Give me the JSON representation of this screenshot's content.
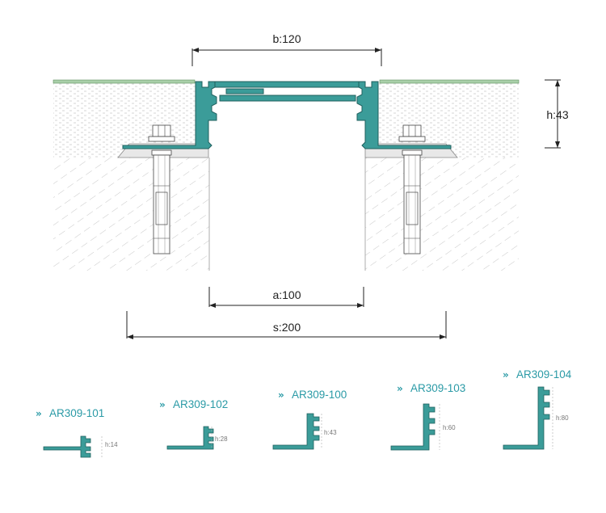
{
  "dimensions": {
    "b": "b:120",
    "h": "h:43",
    "a": "a:100",
    "s": "s:200"
  },
  "profiles": [
    {
      "code": "AR309-101",
      "height": "h:14"
    },
    {
      "code": "AR309-102",
      "height": "h:28"
    },
    {
      "code": "AR309-100",
      "height": "h:43"
    },
    {
      "code": "AR309-103",
      "height": "h:60"
    },
    {
      "code": "AR309-104",
      "height": "h:80"
    }
  ],
  "colors": {
    "profile": "#3b9c99",
    "profile_stroke": "#1f5f5d",
    "accent_text": "#2a9aa6",
    "floor_finish": "#a9cfa9",
    "screed_dots": "#9a9a9a",
    "concrete_hatch": "#b5b5b5"
  }
}
